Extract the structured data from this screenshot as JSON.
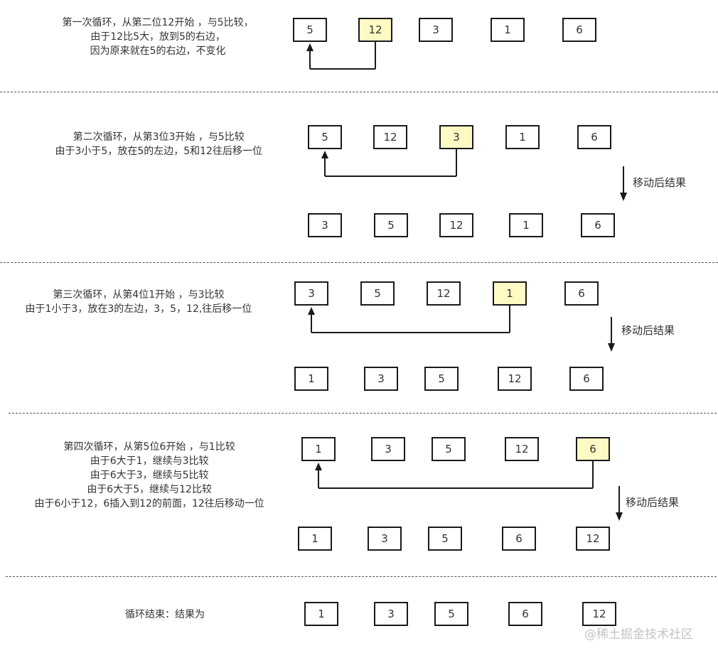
{
  "rounds": [
    {
      "description": [
        "第一次循环，从第二位12开始 ，与5比较，",
        "由于12比5大，放到5的右边，",
        "因为原来就在5的右边，不变化"
      ],
      "before": [
        {
          "value": "5",
          "highlight": false
        },
        {
          "value": "12",
          "highlight": true
        },
        {
          "value": "3",
          "highlight": false
        },
        {
          "value": "1",
          "highlight": false
        },
        {
          "value": "6",
          "highlight": false
        }
      ],
      "after_label": "",
      "after": []
    },
    {
      "description": [
        "第二次循环，从第3位3开始 ，与5比较",
        "由于3小于5，放在5的左边，5和12往后移一位"
      ],
      "before": [
        {
          "value": "5",
          "highlight": false
        },
        {
          "value": "12",
          "highlight": false
        },
        {
          "value": "3",
          "highlight": true
        },
        {
          "value": "1",
          "highlight": false
        },
        {
          "value": "6",
          "highlight": false
        }
      ],
      "after_label": "移动后结果",
      "after": [
        "3",
        "5",
        "12",
        "1",
        "6"
      ]
    },
    {
      "description": [
        "第三次循环，从第4位1开始 ，与3比较",
        "由于1小于3，放在3的左边，3，5，12,往后移一位"
      ],
      "before": [
        {
          "value": "3",
          "highlight": false
        },
        {
          "value": "5",
          "highlight": false
        },
        {
          "value": "12",
          "highlight": false
        },
        {
          "value": "1",
          "highlight": true
        },
        {
          "value": "6",
          "highlight": false
        }
      ],
      "after_label": "移动后结果",
      "after": [
        "1",
        "3",
        "5",
        "12",
        "6"
      ]
    },
    {
      "description": [
        "第四次循环，从第5位6开始 ，与1比较",
        "由于6大于1，继续与3比较",
        "由于6大于3，继续与5比较",
        "由于6大于5，继续与12比较",
        "由于6小于12，6插入到12的前面，12往后移动一位"
      ],
      "before": [
        {
          "value": "1",
          "highlight": false
        },
        {
          "value": "3",
          "highlight": false
        },
        {
          "value": "5",
          "highlight": false
        },
        {
          "value": "12",
          "highlight": false
        },
        {
          "value": "6",
          "highlight": true
        }
      ],
      "after_label": "移动后结果",
      "after": [
        "1",
        "3",
        "5",
        "6",
        "12"
      ]
    }
  ],
  "final": {
    "label": "循环结束：结果为",
    "values": [
      "1",
      "3",
      "5",
      "6",
      "12"
    ]
  },
  "watermark": "@稀土掘金技术社区",
  "colors": {
    "highlight": "#fff9c4",
    "border": "#1a1a1a",
    "text": "#333333"
  }
}
